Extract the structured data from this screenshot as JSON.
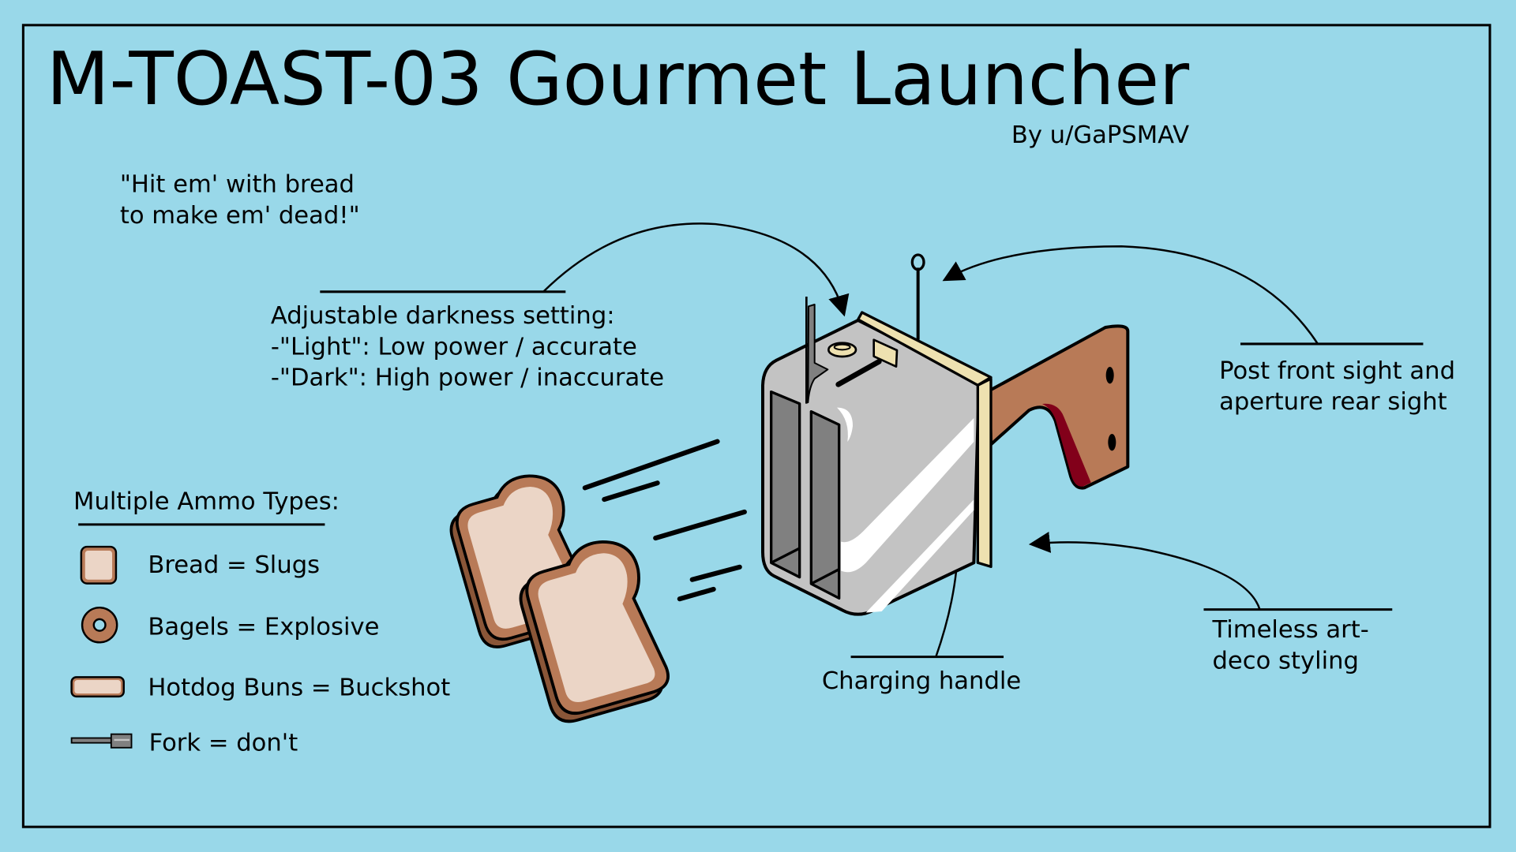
{
  "title": "M-TOAST-03 Gourmet Launcher",
  "author": "By u/GaPSMAV",
  "quote": [
    "\"Hit em' with bread",
    "to make em' dead!\""
  ],
  "callouts": {
    "darkness": [
      "Adjustable darkness setting:",
      "-\"Light\": Low power / accurate",
      "-\"Dark\": High power / inaccurate"
    ],
    "sights": [
      "Post front sight and",
      "aperture rear sight"
    ],
    "charging": [
      "Charging handle"
    ],
    "styling": [
      "Timeless art-",
      "deco styling"
    ]
  },
  "ammo": {
    "heading": "Multiple Ammo Types:",
    "items": [
      {
        "icon": "bread-icon",
        "label": "Bread = Slugs"
      },
      {
        "icon": "bagel-icon",
        "label": "Bagels = Explosive"
      },
      {
        "icon": "hotdog-bun-icon",
        "label": "Hotdog Buns = Buckshot"
      },
      {
        "icon": "fork-icon",
        "label": "Fork = don't"
      }
    ]
  },
  "colors": {
    "background": "#99D8E9",
    "toaster_body": "#C3C3C3",
    "cream": "#EEE1B0",
    "wood": "#B87A57",
    "dark_red": "#82001A",
    "bread_inner": "#EBD5C6"
  }
}
